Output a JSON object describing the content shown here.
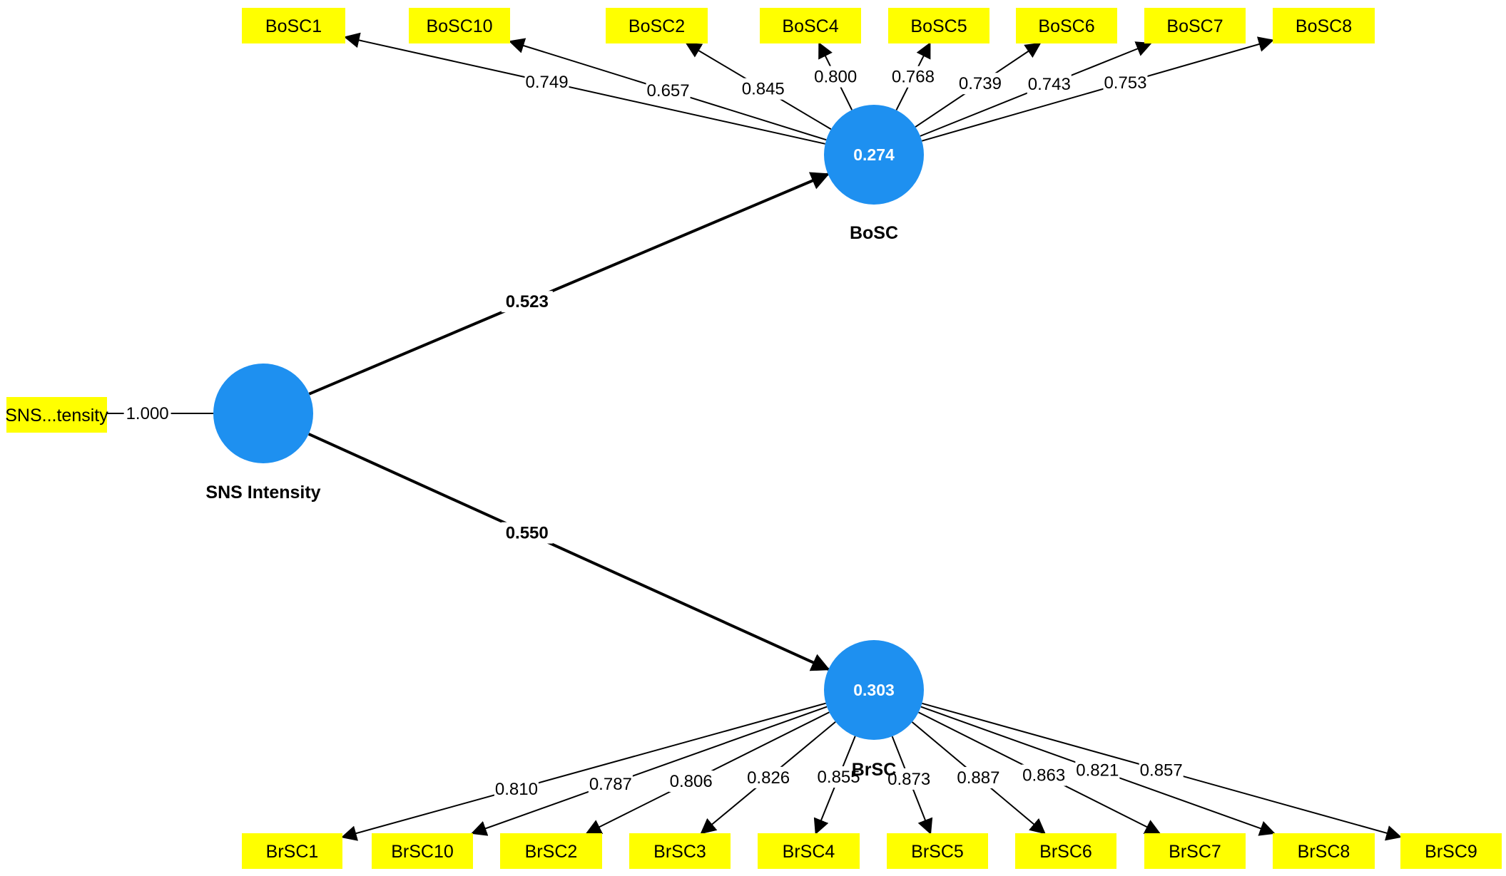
{
  "colors": {
    "construct_fill": "#1e90f0",
    "indicator_fill": "#ffff00",
    "edge": "#000000",
    "r2_text": "#ffffff"
  },
  "constructs": {
    "sns": {
      "label": "SNS Intensity",
      "r2": ""
    },
    "bosc": {
      "label": "BoSC",
      "r2": "0.274"
    },
    "brsc": {
      "label": "BrSC",
      "r2": "0.303"
    }
  },
  "sns_indicator": {
    "label": "SNS...tensity",
    "loading": "1.000"
  },
  "paths": [
    {
      "from": "SNS Intensity",
      "to": "BoSC",
      "coefficient": "0.523"
    },
    {
      "from": "SNS Intensity",
      "to": "BrSC",
      "coefficient": "0.550"
    }
  ],
  "bosc_indicators": [
    {
      "label": "BoSC1",
      "loading": "0.749"
    },
    {
      "label": "BoSC10",
      "loading": "0.657"
    },
    {
      "label": "BoSC2",
      "loading": "0.845"
    },
    {
      "label": "BoSC4",
      "loading": "0.800"
    },
    {
      "label": "BoSC5",
      "loading": "0.768"
    },
    {
      "label": "BoSC6",
      "loading": "0.739"
    },
    {
      "label": "BoSC7",
      "loading": "0.743"
    },
    {
      "label": "BoSC8",
      "loading": "0.753"
    }
  ],
  "brsc_indicators": [
    {
      "label": "BrSC1",
      "loading": "0.810"
    },
    {
      "label": "BrSC10",
      "loading": "0.787"
    },
    {
      "label": "BrSC2",
      "loading": "0.806"
    },
    {
      "label": "BrSC3",
      "loading": "0.826"
    },
    {
      "label": "BrSC4",
      "loading": "0.855"
    },
    {
      "label": "BrSC5",
      "loading": "0.873"
    },
    {
      "label": "BrSC6",
      "loading": "0.887"
    },
    {
      "label": "BrSC7",
      "loading": "0.863"
    },
    {
      "label": "BrSC8",
      "loading": "0.821"
    },
    {
      "label": "BrSC9",
      "loading": "0.857"
    }
  ]
}
